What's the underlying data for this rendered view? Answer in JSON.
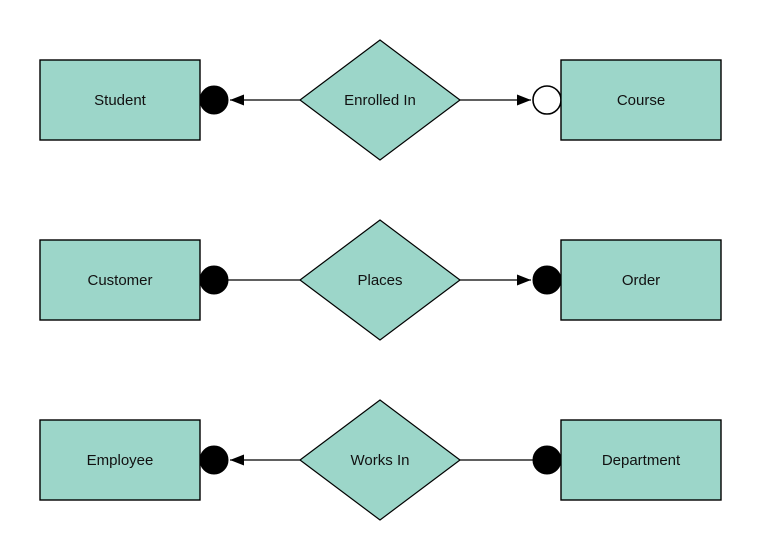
{
  "diagram": {
    "rows": [
      {
        "left_entity": "Student",
        "relationship": "Enrolled In",
        "right_entity": "Course",
        "left_connector": {
          "terminator": "filled-circle",
          "arrowhead_toward_entity": true
        },
        "right_connector": {
          "terminator": "open-circle",
          "arrowhead_toward_entity": true
        }
      },
      {
        "left_entity": "Customer",
        "relationship": "Places",
        "right_entity": "Order",
        "left_connector": {
          "terminator": "filled-circle",
          "arrowhead_toward_entity": false
        },
        "right_connector": {
          "terminator": "filled-circle",
          "arrowhead_toward_entity": true
        }
      },
      {
        "left_entity": "Employee",
        "relationship": "Works In",
        "right_entity": "Department",
        "left_connector": {
          "terminator": "filled-circle",
          "arrowhead_toward_entity": true
        },
        "right_connector": {
          "terminator": "filled-circle",
          "arrowhead_toward_entity": false
        }
      }
    ]
  },
  "colors": {
    "entity-fill": "#9cd6c9",
    "shape-border": "#000000",
    "connector": "#000000",
    "text": "#111111",
    "background": "#ffffff",
    "terminator-filled": "#000000",
    "terminator-open-fill": "#ffffff"
  }
}
